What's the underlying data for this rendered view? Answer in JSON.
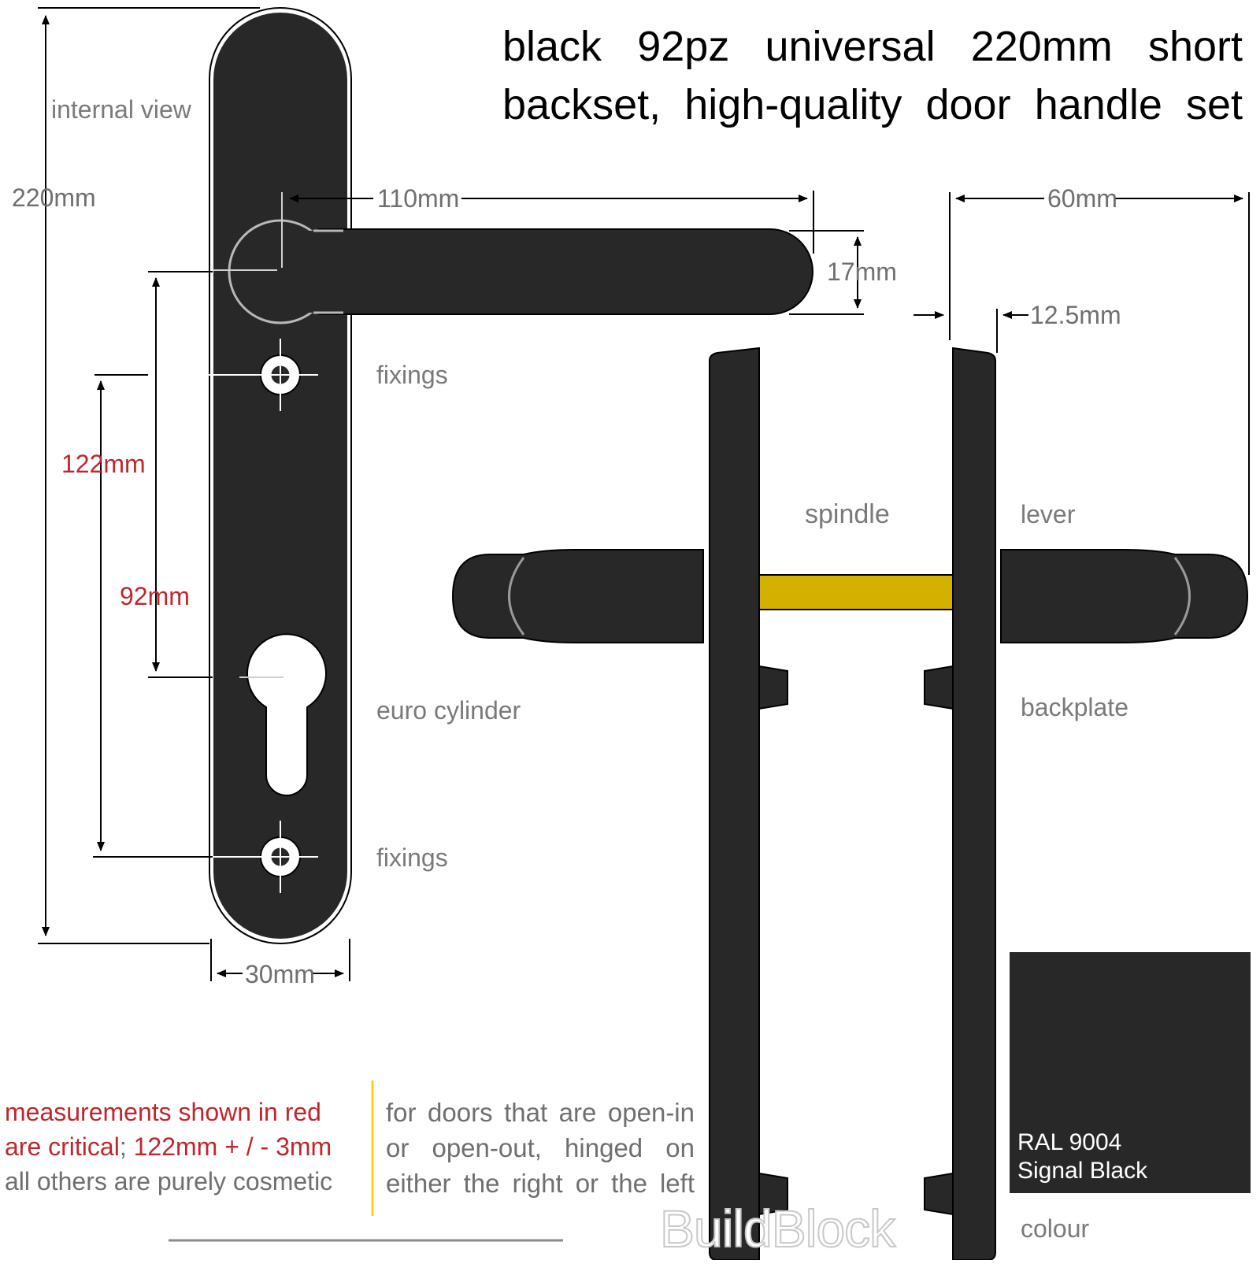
{
  "title": {
    "line1": "black 92pz  universal  220mm  short",
    "line2": "backset, high-quality door handle set"
  },
  "labels": {
    "internal_view": "internal view",
    "fixings_top": "fixings",
    "euro_cylinder": "euro cylinder",
    "fixings_bottom": "fixings",
    "spindle": "spindle",
    "lever": "lever",
    "backplate": "backplate",
    "colour": "colour"
  },
  "dimensions": {
    "height": "220mm",
    "lever_length": "110mm",
    "lever_thickness": "17mm",
    "projection": "60mm",
    "plate_depth": "12.5mm",
    "fixing_centres": "122mm",
    "pz_centres": "92mm",
    "plate_width": "30mm"
  },
  "notes": {
    "critical_line1": "measurements  shown in red",
    "critical_line2_a": "are critical",
    "critical_line2_b": "; ",
    "critical_line2_c": "122mm + / - 3mm",
    "cosmetic": "all others are purely cosmetic",
    "doors_line1": "for doors that are open-in",
    "doors_line2": "or  open-out,  hinged  on",
    "doors_line3": "either  the  right  or  the  left"
  },
  "colour_swatch": {
    "code": "RAL 9004",
    "name": "Signal Black",
    "hex": "#282828"
  },
  "watermark": "BuildBlock",
  "colors": {
    "handle": "#282828",
    "spindle": "#d4b000",
    "critical": "#c0272d",
    "label": "#6f6f6f",
    "note_divider": "#f2d700"
  }
}
